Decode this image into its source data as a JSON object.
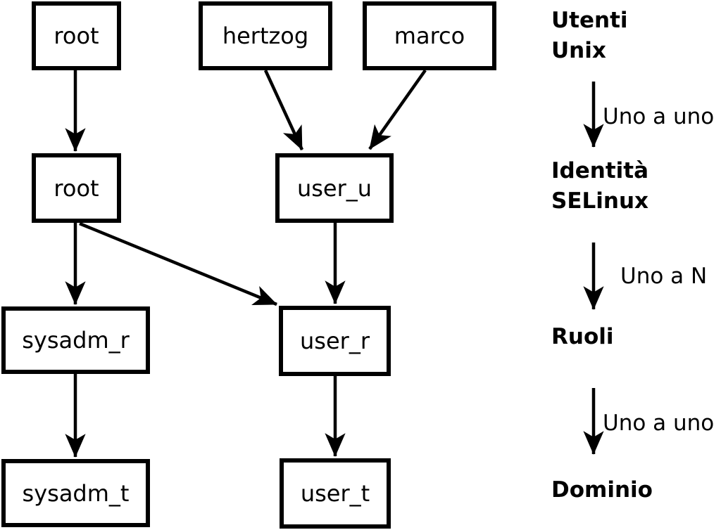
{
  "diagram": {
    "nodes": {
      "unix_root": "root",
      "unix_hertzog": "hertzog",
      "unix_marco": "marco",
      "selinux_root": "root",
      "selinux_user_u": "user_u",
      "role_sysadm_r": "sysadm_r",
      "role_user_r": "user_r",
      "domain_sysadm_t": "sysadm_t",
      "domain_user_t": "user_t"
    },
    "edges": [
      {
        "from": "unix_root",
        "to": "selinux_root"
      },
      {
        "from": "unix_hertzog",
        "to": "selinux_user_u"
      },
      {
        "from": "unix_marco",
        "to": "selinux_user_u"
      },
      {
        "from": "selinux_root",
        "to": "role_sysadm_r"
      },
      {
        "from": "selinux_root",
        "to": "role_user_r"
      },
      {
        "from": "selinux_user_u",
        "to": "role_user_r"
      },
      {
        "from": "role_sysadm_r",
        "to": "domain_sysadm_t"
      },
      {
        "from": "role_user_r",
        "to": "domain_user_t"
      }
    ],
    "legend": {
      "level_unix": {
        "line1": "Utenti",
        "line2": "Unix"
      },
      "relation_unix_selinux": "Uno a uno",
      "level_selinux": {
        "line1": "Identità",
        "line2": "SELinux"
      },
      "relation_selinux_roles": "Uno a N",
      "level_roles": "Ruoli",
      "relation_roles_domain": "Uno a uno",
      "level_domain": "Dominio"
    },
    "colors": {
      "stroke": "#000000",
      "text": "#000000",
      "background": "#ffffff"
    }
  }
}
